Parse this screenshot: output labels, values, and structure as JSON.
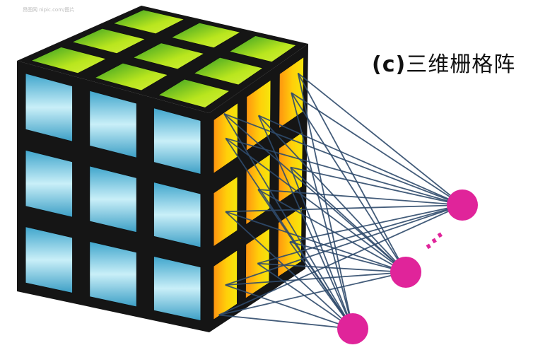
{
  "caption": {
    "label": "(c)",
    "text": "三维栅格阵"
  },
  "watermark": "昂图网  nipic.com/图片",
  "colors": {
    "cube_frame": "#151515",
    "face_front_top": "#3aa1c9",
    "face_front_mid": "#c5eef7",
    "face_top_light": "#b9e61e",
    "face_top_dark": "#2e9b25",
    "face_side_orange": "#ff8f10",
    "face_side_yellow": "#f8de0c",
    "connection_line": "#2f4a6b",
    "node": "#e0249a"
  },
  "grid": {
    "rows": 3,
    "cols": 3,
    "layers": 3
  },
  "nodes": [
    "node-top",
    "node-middle",
    "node-bottom"
  ],
  "ellipsis": "…"
}
